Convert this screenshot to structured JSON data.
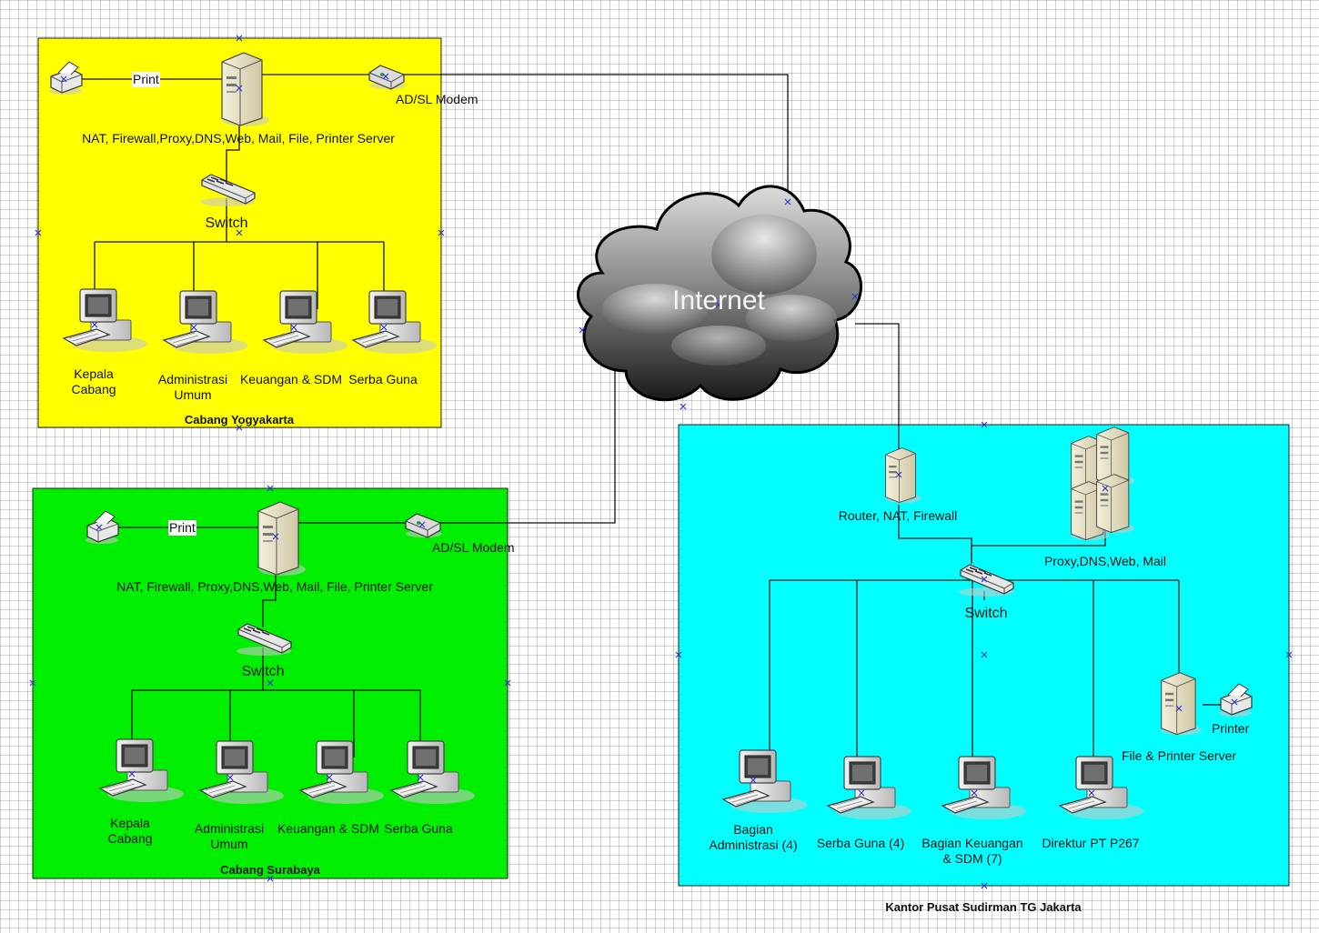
{
  "cloud": {
    "label": "Internet"
  },
  "zones": {
    "yogyakarta": {
      "title": "Cabang Yogyakarta",
      "print_label": "Print",
      "modem_label": "AD/SL Modem",
      "server_label": "NAT, Firewall,Proxy,DNS,Web, Mail, File, Printer Server",
      "switch_label": "Switch",
      "workstations": [
        "Kepala\nCabang",
        "Administrasi\nUmum",
        "Keuangan & SDM",
        "Serba Guna"
      ]
    },
    "surabaya": {
      "title": "Cabang Surabaya",
      "print_label": "Print",
      "modem_label": "AD/SL Modem",
      "server_label": "NAT, Firewall, Proxy,DNS,Web, Mail, File, Printer Server",
      "switch_label": "Switch",
      "workstations": [
        "Kepala\nCabang",
        "Administrasi\nUmum",
        "Keuangan & SDM",
        "Serba Guna"
      ]
    },
    "jakarta": {
      "title": "Kantor Pusat Sudirman TG Jakarta",
      "router_label": "Router, NAT, Firewall",
      "server_cluster_label": "Proxy,DNS,Web, Mail",
      "switch_label": "Switch",
      "file_server_label": "File & Printer Server",
      "printer_label": "Printer",
      "workstations": [
        "Bagian\nAdministrasi (4)",
        "Serba Guna (4)",
        "Bagian Keuangan\n& SDM (7)",
        "Direktur PT P267"
      ]
    }
  },
  "colors": {
    "yogyakarta": "#ffff00",
    "surabaya": "#00ee00",
    "jakarta": "#00ffff",
    "selection_marker": "#3333cc"
  }
}
